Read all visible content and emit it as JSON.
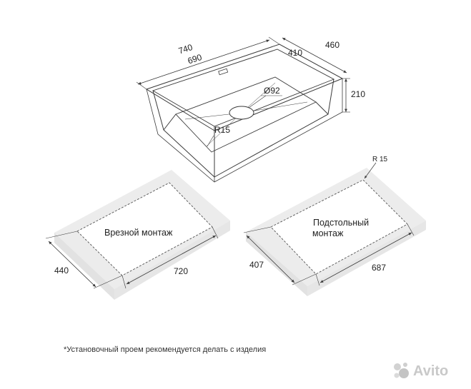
{
  "sink": {
    "dims": {
      "outer_length": "740",
      "inner_length": "690",
      "inner_width": "410",
      "outer_width": "460",
      "depth": "210",
      "drain": "Ø92",
      "radius": "R15"
    }
  },
  "cutout_flush": {
    "label": "Врезной монтаж",
    "depth": "440",
    "width": "720"
  },
  "cutout_under": {
    "label_line1": "Подстольный",
    "label_line2": "монтаж",
    "depth": "407",
    "width": "687",
    "radius": "R 15"
  },
  "footnote": "*Установочный проем рекомендуется делать с изделия",
  "watermark": "Avito",
  "colors": {
    "line": "#3a3a3a",
    "countertop": "#ececec",
    "watermark": "#c9c9c9"
  }
}
